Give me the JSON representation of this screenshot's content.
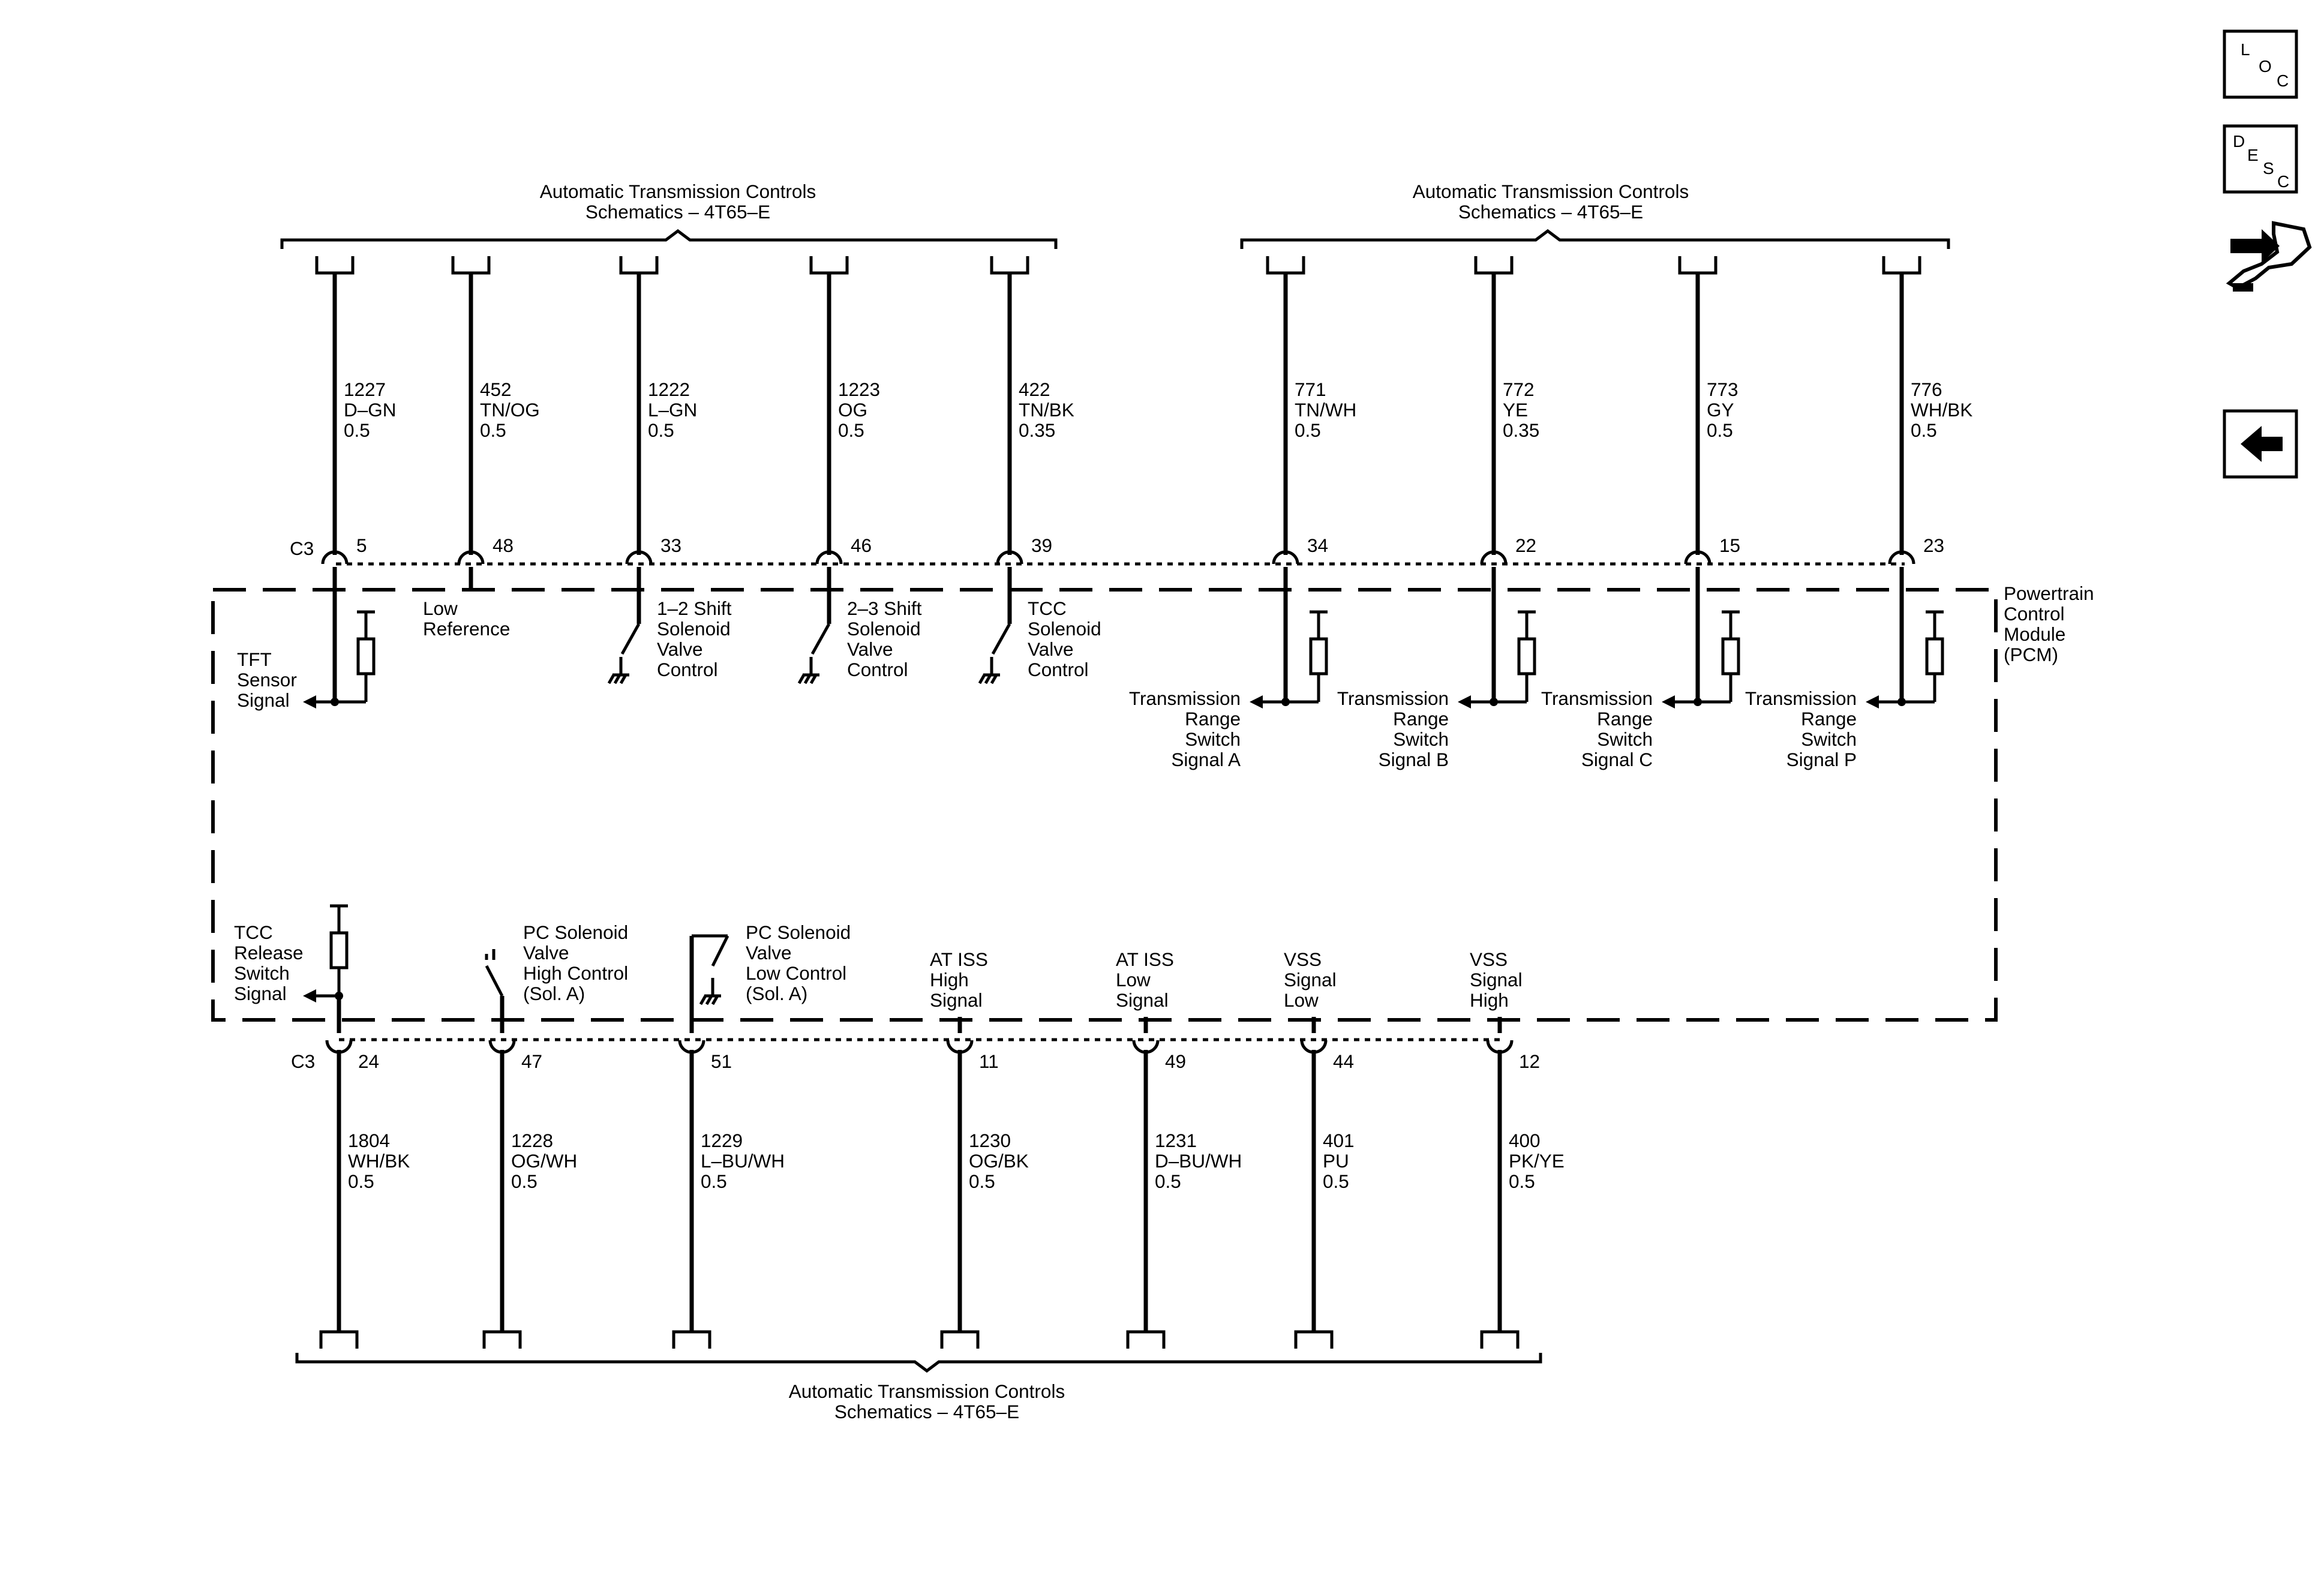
{
  "headers": {
    "top_left": [
      "Automatic Transmission Controls",
      "Schematics – 4T65–E"
    ],
    "top_right": [
      "Automatic Transmission Controls",
      "Schematics – 4T65–E"
    ],
    "bottom": [
      "Automatic Transmission Controls",
      "Schematics – 4T65–E"
    ]
  },
  "module_label": [
    "Powertrain",
    "Control",
    "Module",
    "(PCM)"
  ],
  "connector_top": "C3",
  "connector_bottom": "C3",
  "top_wires": [
    {
      "circuit": "1227",
      "color": "D–GN",
      "gauge": "0.5",
      "pin": "5",
      "label": [
        "TFT",
        "Sensor",
        "Signal"
      ],
      "type": "pullup-left"
    },
    {
      "circuit": "452",
      "color": "TN/OG",
      "gauge": "0.5",
      "pin": "48",
      "label": [
        "Low",
        "Reference"
      ],
      "type": "reference"
    },
    {
      "circuit": "1222",
      "color": "L–GN",
      "gauge": "0.5",
      "pin": "33",
      "label": [
        "1–2 Shift",
        "Solenoid",
        "Valve",
        "Control"
      ],
      "type": "switch"
    },
    {
      "circuit": "1223",
      "color": "OG",
      "gauge": "0.5",
      "pin": "46",
      "label": [
        "2–3 Shift",
        "Solenoid",
        "Valve",
        "Control"
      ],
      "type": "switch"
    },
    {
      "circuit": "422",
      "color": "TN/BK",
      "gauge": "0.35",
      "pin": "39",
      "label": [
        "TCC",
        "Solenoid",
        "Valve",
        "Control"
      ],
      "type": "switch"
    },
    {
      "circuit": "771",
      "color": "TN/WH",
      "gauge": "0.5",
      "pin": "34",
      "label": [
        "Transmission",
        "Range",
        "Switch",
        "Signal A"
      ],
      "type": "pullup-range"
    },
    {
      "circuit": "772",
      "color": "YE",
      "gauge": "0.35",
      "pin": "22",
      "label": [
        "Transmission",
        "Range",
        "Switch",
        "Signal B"
      ],
      "type": "pullup-range"
    },
    {
      "circuit": "773",
      "color": "GY",
      "gauge": "0.5",
      "pin": "15",
      "label": [
        "Transmission",
        "Range",
        "Switch",
        "Signal C"
      ],
      "type": "pullup-range"
    },
    {
      "circuit": "776",
      "color": "WH/BK",
      "gauge": "0.5",
      "pin": "23",
      "label": [
        "Transmission",
        "Range",
        "Switch",
        "Signal P"
      ],
      "type": "pullup-range"
    }
  ],
  "bottom_wires": [
    {
      "circuit": "1804",
      "color": "WH/BK",
      "gauge": "0.5",
      "pin": "24",
      "label": [
        "TCC",
        "Release",
        "Switch",
        "Signal"
      ],
      "type": "pullup-left"
    },
    {
      "circuit": "1228",
      "color": "OG/WH",
      "gauge": "0.5",
      "pin": "47",
      "label": [
        "PC Solenoid",
        "Valve",
        "High Control",
        "(Sol. A)"
      ],
      "type": "high-switch"
    },
    {
      "circuit": "1229",
      "color": "L–BU/WH",
      "gauge": "0.5",
      "pin": "51",
      "label": [
        "PC Solenoid",
        "Valve",
        "Low Control",
        "(Sol. A)"
      ],
      "type": "low-switch"
    },
    {
      "circuit": "1230",
      "color": "OG/BK",
      "gauge": "0.5",
      "pin": "11",
      "label": [
        "AT ISS",
        "High",
        "Signal"
      ],
      "type": "plain"
    },
    {
      "circuit": "1231",
      "color": "D–BU/WH",
      "gauge": "0.5",
      "pin": "49",
      "label": [
        "AT ISS",
        "Low",
        "Signal"
      ],
      "type": "plain"
    },
    {
      "circuit": "401",
      "color": "PU",
      "gauge": "0.5",
      "pin": "44",
      "label": [
        "VSS",
        "Signal",
        "Low"
      ],
      "type": "plain"
    },
    {
      "circuit": "400",
      "color": "PK/YE",
      "gauge": "0.5",
      "pin": "12",
      "label": [
        "VSS",
        "Signal",
        "High"
      ],
      "type": "plain"
    }
  ],
  "sidebar": {
    "loc": [
      "L",
      "O",
      "C"
    ],
    "desc": [
      "D",
      "E",
      "S",
      "C"
    ],
    "icons": [
      "loc-icon",
      "desc-icon",
      "connector-wrench-icon",
      "back-arrow-icon"
    ]
  }
}
